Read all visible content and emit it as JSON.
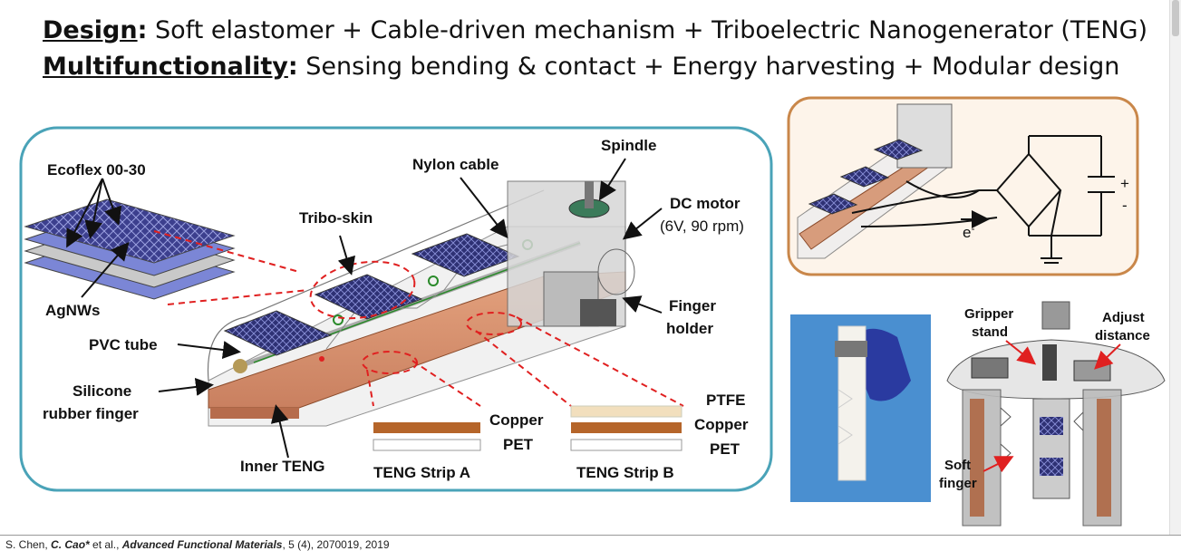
{
  "header": {
    "design_keyword": "Design",
    "design_text": " Soft elastomer + Cable-driven mechanism + Triboelectric Nanogenerator (TENG)",
    "multi_keyword": "Multifunctionality",
    "multi_text": " Sensing bending & contact + Energy harvesting + Modular design"
  },
  "main_diagram": {
    "ecoflex": "Ecoflex 00-30",
    "agnws": "AgNWs",
    "tribo_skin": "Tribo-skin",
    "nylon_cable": "Nylon cable",
    "spindle": "Spindle",
    "dc_motor": "DC motor",
    "dc_motor_spec": "(6V, 90 rpm)",
    "finger_holder_1": "Finger",
    "finger_holder_2": "holder",
    "pvc_tube": "PVC tube",
    "silicone_1": "Silicone",
    "silicone_2": "rubber finger",
    "inner_teng": "Inner TENG",
    "strip_a_copper": "Copper",
    "strip_a_pet": "PET",
    "strip_a_title": "TENG Strip A",
    "strip_b_ptfe": "PTFE",
    "strip_b_copper": "Copper",
    "strip_b_pet": "PET",
    "strip_b_title": "TENG Strip B"
  },
  "circuit": {
    "electron": "e",
    "electron_sup": "-",
    "plus": "+",
    "minus": "-"
  },
  "gripper": {
    "gripper_stand_1": "Gripper",
    "gripper_stand_2": "stand",
    "adjust_1": "Adjust",
    "adjust_2": "distance",
    "soft_finger_1": "Soft",
    "soft_finger_2": "finger"
  },
  "citation": {
    "authors": "S. Chen, ",
    "author_hi": "C. Cao*",
    "etal": " et al., ",
    "journal": "Advanced Functional Materials",
    "rest": ", 5 (4), 2070019, 2019"
  },
  "colors": {
    "teal_border": "#4aa3b8",
    "orange_border": "#c9874a",
    "copper": "#b5652a",
    "ptfe": "#f2dfbd",
    "dashed_red": "#e02020"
  }
}
